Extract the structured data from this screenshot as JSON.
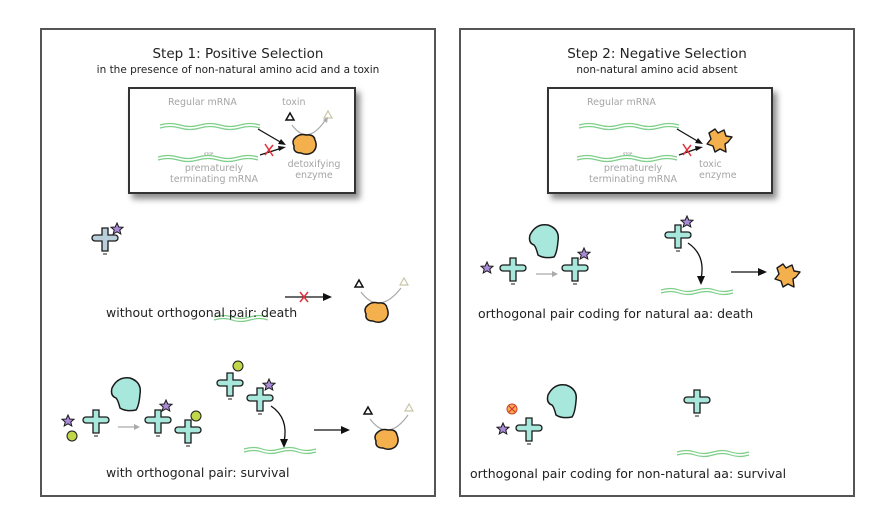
{
  "colors": {
    "trna_fill": "#a8e8dc",
    "trna_gray_fill": "#b9cfdb",
    "synthetase_fill": "#a8e8dc",
    "star_fill": "#a98ad6",
    "natural_aa_fill": "#c2d64a",
    "enzyme_fill": "#f5b04e",
    "mrna_green": "#7ecf8a",
    "red_x": "#e0303a",
    "outline": "#1a1a1a"
  },
  "panels": [
    {
      "id": "positive",
      "title": "Step 1: Positive Selection",
      "subtitle": "in the presence of non-natural amino acid and a toxin",
      "inset": {
        "regular_mrna_label": "Regular mRNA",
        "premature_mrna_label_line1": "prematurely",
        "premature_mrna_label_line2": "terminating mRNA",
        "stop_codon_label": "STOP",
        "toxin_label": "toxin",
        "enzyme_label_line1": "detoxifying",
        "enzyme_label_line2": "enzyme"
      },
      "scenarios": [
        {
          "caption": "without orthogonal pair: death",
          "outcome": "death"
        },
        {
          "caption": "with orthogonal pair: survival",
          "outcome": "survival"
        }
      ]
    },
    {
      "id": "negative",
      "title": "Step 2: Negative Selection",
      "subtitle": "non-natural amino acid absent",
      "inset": {
        "regular_mrna_label": "Regular mRNA",
        "premature_mrna_label_line1": "prematurely",
        "premature_mrna_label_line2": "terminating mRNA",
        "stop_codon_label": "STOP",
        "enzyme_label_line1": "toxic",
        "enzyme_label_line2": "enzyme"
      },
      "scenarios": [
        {
          "caption": "orthogonal pair coding for natural aa: death",
          "outcome": "death"
        },
        {
          "caption": "orthogonal pair coding for non-natural aa: survival",
          "outcome": "survival"
        }
      ]
    }
  ]
}
